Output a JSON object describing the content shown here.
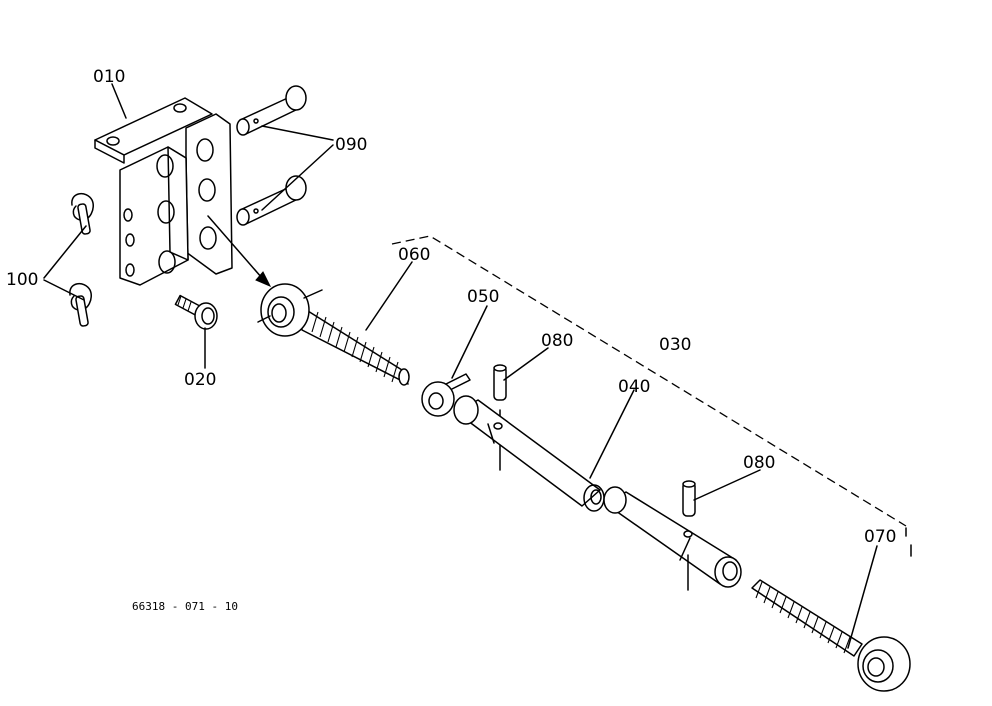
{
  "diagram": {
    "drawing_number": "66318 - 071 - 10",
    "callouts": {
      "c010": "010",
      "c020": "020",
      "c030": "030",
      "c040": "040",
      "c050": "050",
      "c060": "060",
      "c070": "070",
      "c080_upper": "080",
      "c080_lower": "080",
      "c090": "090",
      "c100": "100"
    }
  }
}
